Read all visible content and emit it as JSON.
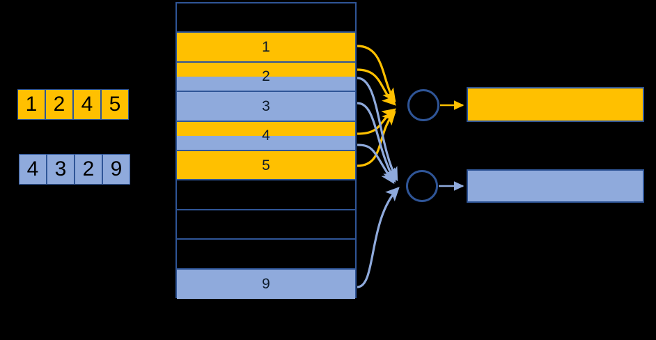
{
  "colors": {
    "orange": "#FFC000",
    "blue": "#8FAADC",
    "outline": "#2F5597",
    "background": "#000000",
    "text": "#0D1B2A"
  },
  "input_arrays": [
    {
      "name": "orange-array",
      "color": "orange",
      "values": [
        "1",
        "2",
        "4",
        "5"
      ]
    },
    {
      "name": "blue-array",
      "color": "blue",
      "values": [
        "4",
        "3",
        "2",
        "9"
      ]
    }
  ],
  "table": {
    "rows": [
      {
        "index": 0,
        "label": "",
        "fill": "none"
      },
      {
        "index": 1,
        "label": "1",
        "fill": "orange"
      },
      {
        "index": 2,
        "label": "2",
        "fill": "split-orange-blue"
      },
      {
        "index": 3,
        "label": "3",
        "fill": "blue"
      },
      {
        "index": 4,
        "label": "4",
        "fill": "split-orange-blue"
      },
      {
        "index": 5,
        "label": "5",
        "fill": "orange"
      },
      {
        "index": 6,
        "label": "",
        "fill": "none"
      },
      {
        "index": 7,
        "label": "",
        "fill": "none"
      },
      {
        "index": 8,
        "label": "",
        "fill": "none"
      },
      {
        "index": 9,
        "label": "9",
        "fill": "blue"
      }
    ]
  },
  "neurons": [
    {
      "name": "top-neuron",
      "color": "orange"
    },
    {
      "name": "bottom-neuron",
      "color": "blue"
    }
  ],
  "outputs": [
    {
      "name": "orange-output-bar",
      "color": "orange",
      "label": ""
    },
    {
      "name": "blue-output-bar",
      "color": "blue",
      "label": ""
    }
  ],
  "edges": {
    "orange_sources": [
      "1",
      "2",
      "4",
      "5"
    ],
    "blue_sources": [
      "2",
      "3",
      "4",
      "9"
    ],
    "orange_target": "top-neuron",
    "blue_target": "bottom-neuron"
  }
}
